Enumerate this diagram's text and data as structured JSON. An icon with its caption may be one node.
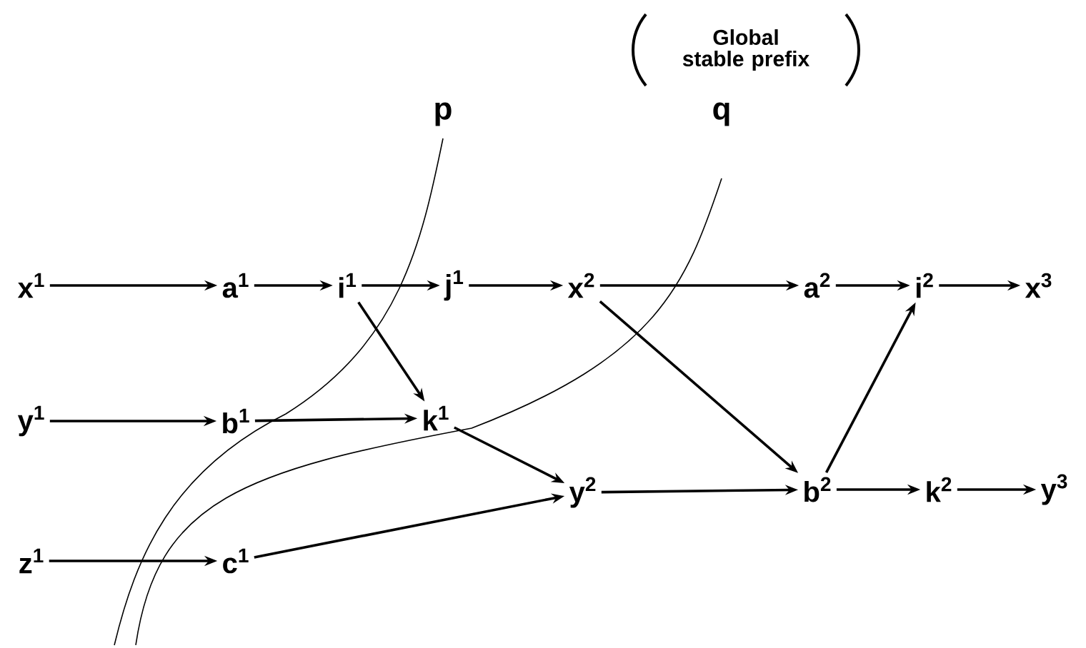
{
  "diagram": {
    "nodes": [
      {
        "text": [
          "x$^{1}$"
        ]
      },
      {
        "text": [
          "a$^{1}$"
        ]
      },
      {
        "text": [
          "i$^{1}$"
        ]
      },
      {
        "text": [
          "j$^{1}$"
        ]
      },
      {
        "text": [
          "x$^{2}$"
        ]
      },
      {
        "text": [
          "a$^{2}$"
        ]
      },
      {
        "text": [
          "i$^{2}$"
        ]
      },
      {
        "text": [
          "x$^{3}$"
        ]
      },
      {
        "text": [
          "y$^{1}$"
        ]
      },
      {
        "text": [
          "b$^{1}$"
        ]
      },
      {
        "text": [
          "k$^{1}$"
        ]
      },
      {
        "text": [
          "y$^{2}$"
        ]
      },
      {
        "text": [
          "b$^{2}$"
        ]
      },
      {
        "text": [
          "k$^{2}$"
        ]
      },
      {
        "text": [
          "y$^{3}$"
        ]
      },
      {
        "text": [
          "z$^{1}$"
        ]
      },
      {
        "text": [
          "c$^{1}$"
        ]
      }
    ],
    "edges": [
      {
        "from": 0,
        "to": 1,
        "arrow": "to"
      },
      {
        "from": 1,
        "to": 2,
        "arrow": "to"
      },
      {
        "from": 2,
        "to": 3,
        "arrow": "to"
      },
      {
        "from": 3,
        "to": 4,
        "arrow": "to"
      },
      {
        "from": 4,
        "to": 5,
        "arrow": "to"
      },
      {
        "from": 5,
        "to": 6,
        "arrow": "to"
      },
      {
        "from": 6,
        "to": 7,
        "arrow": "to"
      },
      {
        "from": 2,
        "to": 10,
        "arrow": "to"
      },
      {
        "from": 8,
        "to": 9,
        "arrow": "to"
      },
      {
        "from": 9,
        "to": 10,
        "arrow": "to"
      },
      {
        "from": 10,
        "to": 11,
        "arrow": "to"
      },
      {
        "from": 4,
        "to": 12,
        "arrow": "to"
      },
      {
        "from": 11,
        "to": 12,
        "arrow": "to"
      },
      {
        "from": 12,
        "to": 6,
        "arrow": "to"
      },
      {
        "from": 12,
        "to": 13,
        "arrow": "to"
      },
      {
        "from": 13,
        "to": 14,
        "arrow": "to"
      },
      {
        "from": 15,
        "to": 16,
        "arrow": "to"
      },
      {
        "from": 16,
        "to": 11,
        "arrow": "to"
      }
    ],
    "labels": [
      "Global stable prefix",
      "p",
      "q"
    ]
  }
}
